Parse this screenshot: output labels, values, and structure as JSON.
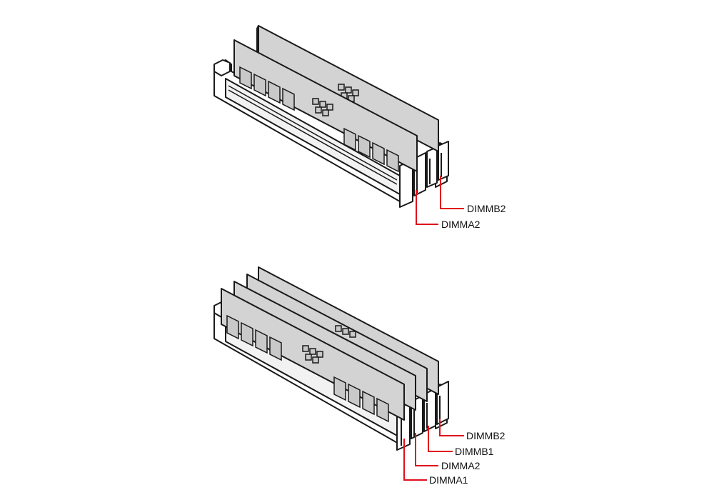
{
  "colors": {
    "leader": "#e0101b",
    "module": "#d3d3d3",
    "slot_body": "#ffffff",
    "outline": "#1a1a1a",
    "chip": "#c9c9c9"
  },
  "figures": [
    {
      "labels": [
        "DIMMB2",
        "DIMMA2"
      ]
    },
    {
      "labels": [
        "DIMMB2",
        "DIMMB1",
        "DIMMA2",
        "DIMMA1"
      ]
    }
  ]
}
